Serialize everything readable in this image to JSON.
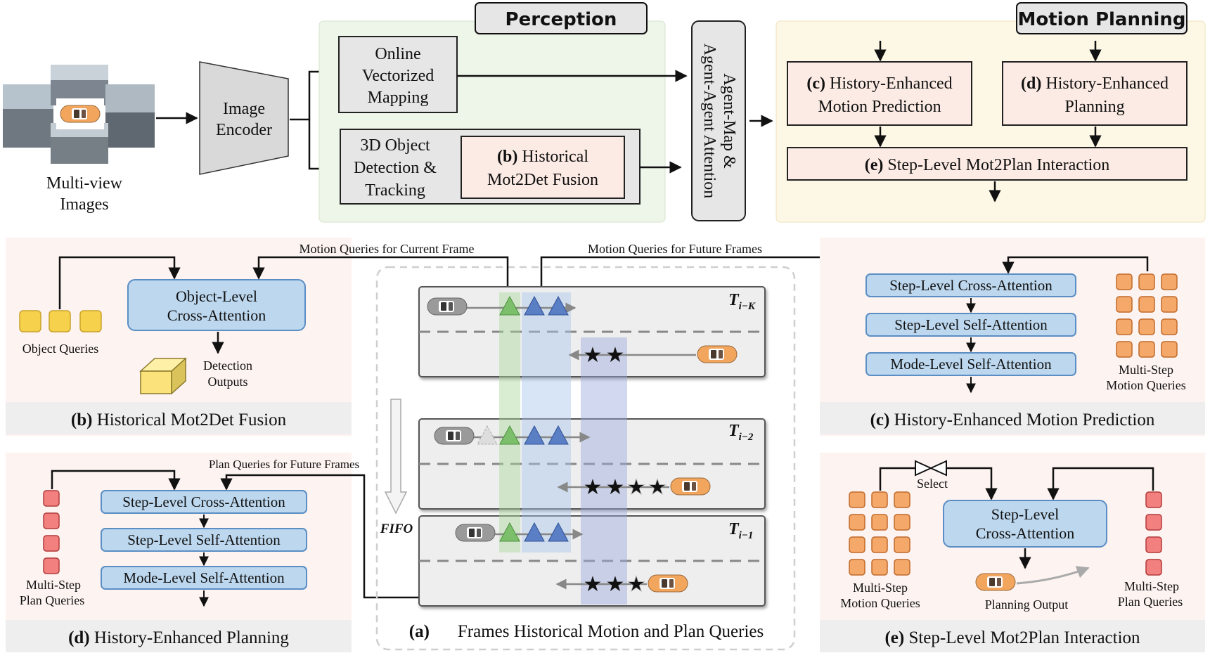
{
  "top": {
    "input_label_1": "Multi-view",
    "input_label_2": "Images",
    "encoder_1": "Image",
    "encoder_2": "Encoder",
    "perception_title": "Perception",
    "mapping_1": "Online",
    "mapping_2": "Vectorized",
    "mapping_3": "Mapping",
    "detection_1": "3D Object",
    "detection_2": "Detection &",
    "detection_3": "Tracking",
    "fusion_tag": "(b)",
    "fusion_1": "Historical",
    "fusion_2": "Mot2Det Fusion",
    "attention_1": "Agent-Map &",
    "attention_2": "Agent-Agent Attention",
    "planning_title": "Motion Planning",
    "c_tag": "(c)",
    "c_1": "History-Enhanced",
    "c_2": "Motion Prediction",
    "d_tag": "(d)",
    "d_1": "History-Enhanced",
    "d_2": "Planning",
    "e_tag": "(e)",
    "e_1": "Step-Level Mot2Plan Interaction"
  },
  "panel_b": {
    "cross_1": "Object-Level",
    "cross_2": "Cross-Attention",
    "queries": "Object Queries",
    "outputs_1": "Detection",
    "outputs_2": "Outputs",
    "tag": "(b)",
    "caption": "Historical Mot2Det Fusion"
  },
  "panel_d": {
    "annotation": "Plan Queries for Future Frames",
    "layer_1": "Step-Level Cross-Attention",
    "layer_2": "Step-Level Self-Attention",
    "layer_3": "Mode-Level Self-Attention",
    "queries_1": "Multi-Step",
    "queries_2": "Plan Queries",
    "tag": "(d)",
    "caption": "History-Enhanced Planning"
  },
  "panel_a": {
    "current_label": "Motion Queries for Current Frame",
    "future_label": "Motion Queries for Future Frames",
    "fifo": "FIFO",
    "frame_1_base": "T",
    "frame_1_sub": "i−K",
    "frame_2_base": "T",
    "frame_2_sub": "i−2",
    "frame_3_base": "T",
    "frame_3_sub": "i−1",
    "tag": "(a)",
    "caption": "Frames Historical Motion and Plan Queries"
  },
  "panel_c": {
    "layer_1": "Step-Level Cross-Attention",
    "layer_2": "Step-Level Self-Attention",
    "layer_3": "Mode-Level Self-Attention",
    "queries_1": "Multi-Step",
    "queries_2": "Motion Queries",
    "tag": "(c)",
    "caption": "History-Enhanced Motion Prediction"
  },
  "panel_e": {
    "select": "Select",
    "cross_1": "Step-Level",
    "cross_2": "Cross-Attention",
    "motion_1": "Multi-Step",
    "motion_2": "Motion Queries",
    "output": "Planning Output",
    "plan_1": "Multi-Step",
    "plan_2": "Plan Queries",
    "tag": "(e)",
    "caption": "Step-Level Mot2Plan Interaction"
  },
  "colors": {
    "perception_bg": "#eef5e9",
    "planning_bg": "#fdf8e6",
    "panel_bg": "#fdf3f1",
    "caption_bar": "#eeeeee",
    "blue_box": "#bcd7ee",
    "blue_stroke": "#5b8ec4",
    "peach_box": "#fcebe4",
    "orange_query": "#f4a86a",
    "red_query": "#f1807f",
    "yellow_query": "#f6d24c",
    "tri_green": "#7cbf6b",
    "tri_blue": "#5b7fc4"
  }
}
